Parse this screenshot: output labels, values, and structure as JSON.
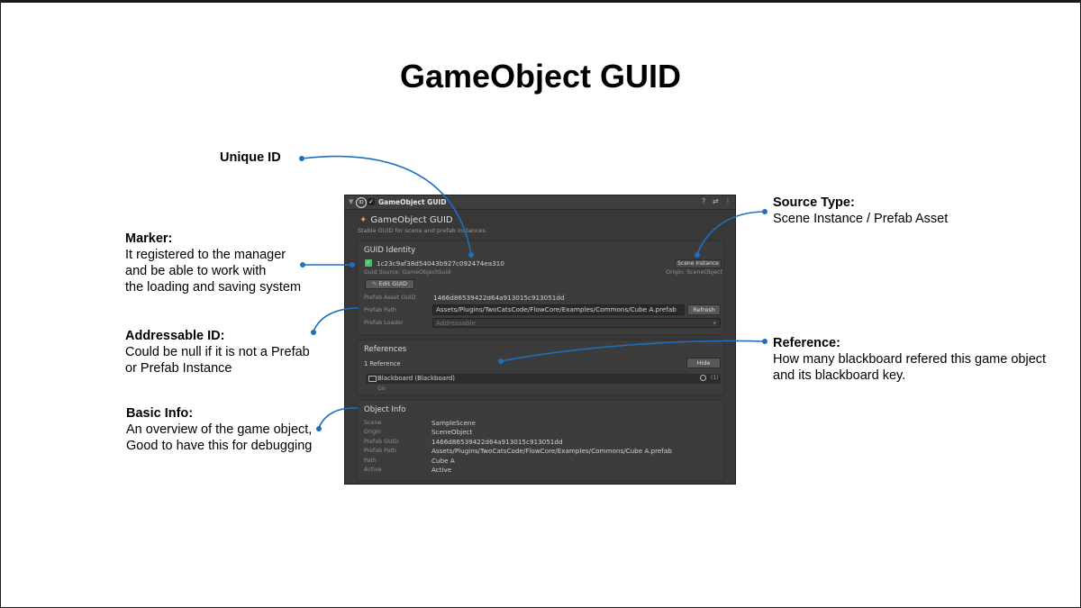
{
  "page": {
    "title": "GameObject GUID"
  },
  "callouts": {
    "unique_id": {
      "head": "Unique ID"
    },
    "marker": {
      "head": "Marker:",
      "lines": [
        "It registered to the manager",
        "and be able to work with",
        "the loading and saving system"
      ]
    },
    "addressable": {
      "head": "Addressable ID:",
      "lines": [
        "Could be null if it is not a Prefab",
        "or Prefab Instance"
      ]
    },
    "basic_info": {
      "head": "Basic Info:",
      "lines": [
        "An overview of the game object,",
        "Good to have this for debugging"
      ]
    },
    "source_type": {
      "head": "Source Type:",
      "lines": [
        "Scene Instance / Prefab Asset"
      ]
    },
    "reference": {
      "head": "Reference:",
      "lines": [
        "How many blackboard refered this game object",
        "and its blackboard key."
      ]
    }
  },
  "inspector": {
    "header": {
      "badge": "ID",
      "check": "✓",
      "name": "GameObject GUID",
      "icons": [
        "?",
        "⇄",
        "⋮"
      ]
    },
    "component_title": "GameObject GUID",
    "component_subtitle": "Stable GUID for scene and prefab instances.",
    "guid_identity": {
      "title": "GUID Identity",
      "guid": "1c23c9af38d54043b927c092474ea310",
      "guid_source": "Guid Source: GameObjectGuid",
      "source_badge": "Scene Instance",
      "origin": "Origin: SceneObject",
      "edit_button": "Edit GUID",
      "prefab_asset_guid_label": "Prefab Asset GUID",
      "prefab_asset_guid": "1466d86539422d64a913015c913051dd",
      "prefab_path_label": "Prefab Path",
      "prefab_path": "Assets/Plugins/TwoCatsCode/FlowCore/Examples/Commons/Cube A.prefab",
      "refresh_button": "Refresh",
      "prefab_loader_label": "Prefab Loader",
      "prefab_loader_value": "Addressable"
    },
    "references": {
      "title": "References",
      "count": "1 Reference",
      "hide_button": "Hide",
      "item_name": "Blackboard (Blackboard)",
      "item_count": "(1)",
      "item_key": "Go"
    },
    "object_info": {
      "title": "Object Info",
      "rows": [
        {
          "label": "Scene",
          "value": "SampleScene"
        },
        {
          "label": "Origin",
          "value": "SceneObject"
        },
        {
          "label": "Prefab GUID",
          "value": "1466d86539422d64a913015c913051dd"
        },
        {
          "label": "Prefab Path",
          "value": "Assets/Plugins/TwoCatsCode/FlowCore/Examples/Commons/Cube A.prefab"
        },
        {
          "label": "Path",
          "value": "Cube A"
        },
        {
          "label": "Active",
          "value": "Active"
        }
      ]
    }
  },
  "colors": {
    "connector": "#1f6fbf",
    "panel_bg": "#383838",
    "check_green": "#4cbf6a"
  }
}
